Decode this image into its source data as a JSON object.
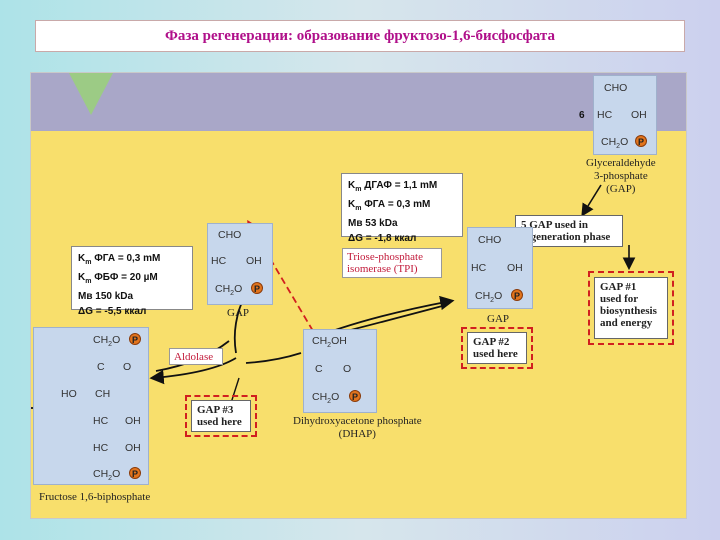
{
  "title": "Фаза регенерации: образование фруктозо-1,6-бисфосфата",
  "kinetics": {
    "tpi": {
      "km1_label": "K",
      "km1_sub": "m",
      "km1_rest": " ДГАФ = 1,1 mM",
      "km2_label": "K",
      "km2_sub": "m",
      "km2_rest": " ФГА = 0,3 mM",
      "mw": "Мв 53 kDa",
      "dg": "ΔG = -1,8 ккал"
    },
    "aldolase": {
      "km1_label": "K",
      "km1_sub": "m",
      "km1_rest": " ФГА = 0,3 mM",
      "km2_label": "K",
      "km2_sub": "m",
      "km2_rest": " ФБФ = 20 µM",
      "mw": "Мв 150 kDa",
      "dg": "ΔG = -5,5 ккал"
    }
  },
  "enzymes": {
    "tpi_line1": "Triose-phosphate",
    "tpi_line2": "isomerase (TPI)",
    "aldolase": "Aldolase"
  },
  "boxes": {
    "gap_used_line1": "5 GAP used in",
    "gap_used_line2": "regeneration phase",
    "gap1_line1": "GAP #1",
    "gap1_line2": "used for",
    "gap1_line3": "biosynthesis",
    "gap1_line4": "and energy",
    "gap2_line1": "GAP #2",
    "gap2_line2": "used here",
    "gap3_line1": "GAP #3",
    "gap3_line2": "used here"
  },
  "labels": {
    "glyceraldehyde_line1": "Glyceraldehyde",
    "glyceraldehyde_line2": "3-phosphate",
    "glyceraldehyde_line3": "(GAP)",
    "gap_left": "GAP",
    "gap_mid": "GAP",
    "dhap_line1": "Dihydroxyacetone phosphate",
    "dhap_line2": "(DHAP)",
    "fructose": "Fructose 1,6-biphosphate",
    "six": "6"
  },
  "molecules": {
    "cho": "CHO",
    "hc": "HC",
    "oh": "OH",
    "ch2o": "CH",
    "ch2o_sub": "2",
    "ch2o_end": "O",
    "ch2oh": "CH",
    "ch2oh_sub": "2",
    "ch2oh_end": "OH",
    "c": "C",
    "o": "O",
    "ho": "HO",
    "ch": "CH",
    "p": "P"
  },
  "colors": {
    "panel_bg": "#f8df6c",
    "band": "#a9a7c8",
    "title": "#b0108a",
    "dashed_red": "#d11f1f",
    "phosphate": "#e2741d",
    "structure_bg": "#c7d7ec"
  }
}
